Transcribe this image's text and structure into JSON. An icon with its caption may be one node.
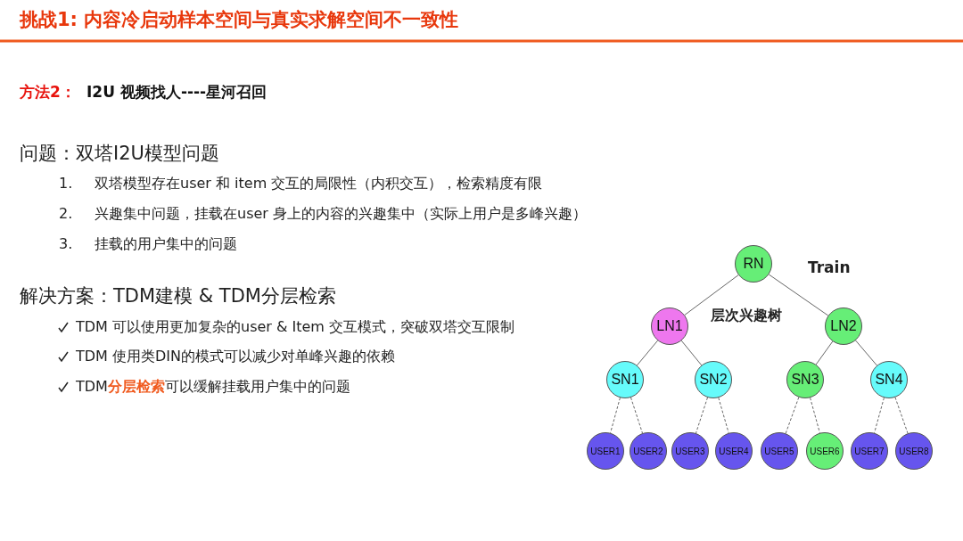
{
  "diagram": {
    "title": "挑战1: 内容冷启动样本空间与真实求解空间不一致性",
    "nodes": [
      {
        "text": [
          "RN"
        ]
      },
      {
        "text": [
          "LN1"
        ]
      },
      {
        "text": [
          "LN2"
        ]
      },
      {
        "text": [
          "SN1"
        ]
      },
      {
        "text": [
          "SN2"
        ]
      },
      {
        "text": [
          "SN3"
        ]
      },
      {
        "text": [
          "SN4"
        ]
      },
      {
        "text": [
          "USER1"
        ]
      },
      {
        "text": [
          "USER2"
        ]
      },
      {
        "text": [
          "USER3"
        ]
      },
      {
        "text": [
          "USER4"
        ]
      },
      {
        "text": [
          "USER5"
        ]
      },
      {
        "text": [
          "USER6"
        ]
      },
      {
        "text": [
          "USER7"
        ]
      },
      {
        "text": [
          "USER8"
        ]
      }
    ],
    "edges": [
      {
        "from": 0,
        "to": 1,
        "arrow": "none"
      },
      {
        "from": 0,
        "to": 2,
        "arrow": "none"
      },
      {
        "from": 1,
        "to": 3,
        "arrow": "none"
      },
      {
        "from": 1,
        "to": 4,
        "arrow": "none"
      },
      {
        "from": 2,
        "to": 5,
        "arrow": "none"
      },
      {
        "from": 2,
        "to": 6,
        "arrow": "none"
      },
      {
        "from": 3,
        "to": 7,
        "arrow": "none",
        "style": "dashed"
      },
      {
        "from": 3,
        "to": 8,
        "arrow": "none",
        "style": "dashed"
      },
      {
        "from": 4,
        "to": 9,
        "arrow": "none",
        "style": "dashed"
      },
      {
        "from": 4,
        "to": 10,
        "arrow": "none",
        "style": "dashed"
      },
      {
        "from": 5,
        "to": 11,
        "arrow": "none",
        "style": "dashed"
      },
      {
        "from": 5,
        "to": 12,
        "arrow": "none",
        "style": "dashed"
      },
      {
        "from": 6,
        "to": 13,
        "arrow": "none",
        "style": "dashed"
      },
      {
        "from": 6,
        "to": 14,
        "arrow": "none",
        "style": "dashed"
      }
    ],
    "labels": [
      "方法2：",
      "I2U 视频找人----星河召回",
      "问题：双塔I2U模型问题",
      "1.",
      "双塔模型存在user 和 item 交互的局限性（内积交互），检索精度有限",
      "2.",
      "兴趣集中问题，挂载在user 身上的内容的兴趣集中（实际上用户是多峰兴趣）",
      "3.",
      "挂载的用户集中的问题",
      "解决方案：TDM建模 & TDM分层检索",
      "TDM 可以使用更加复杂的user  & Item 交互模式，突破双塔交互限制",
      "TDM 使用类DIN的模式可以减少对单峰兴趣的依赖",
      "TDM**分层检索**可以缓解挂载用户集中的问题",
      "Train",
      "层次兴趣树"
    ]
  }
}
